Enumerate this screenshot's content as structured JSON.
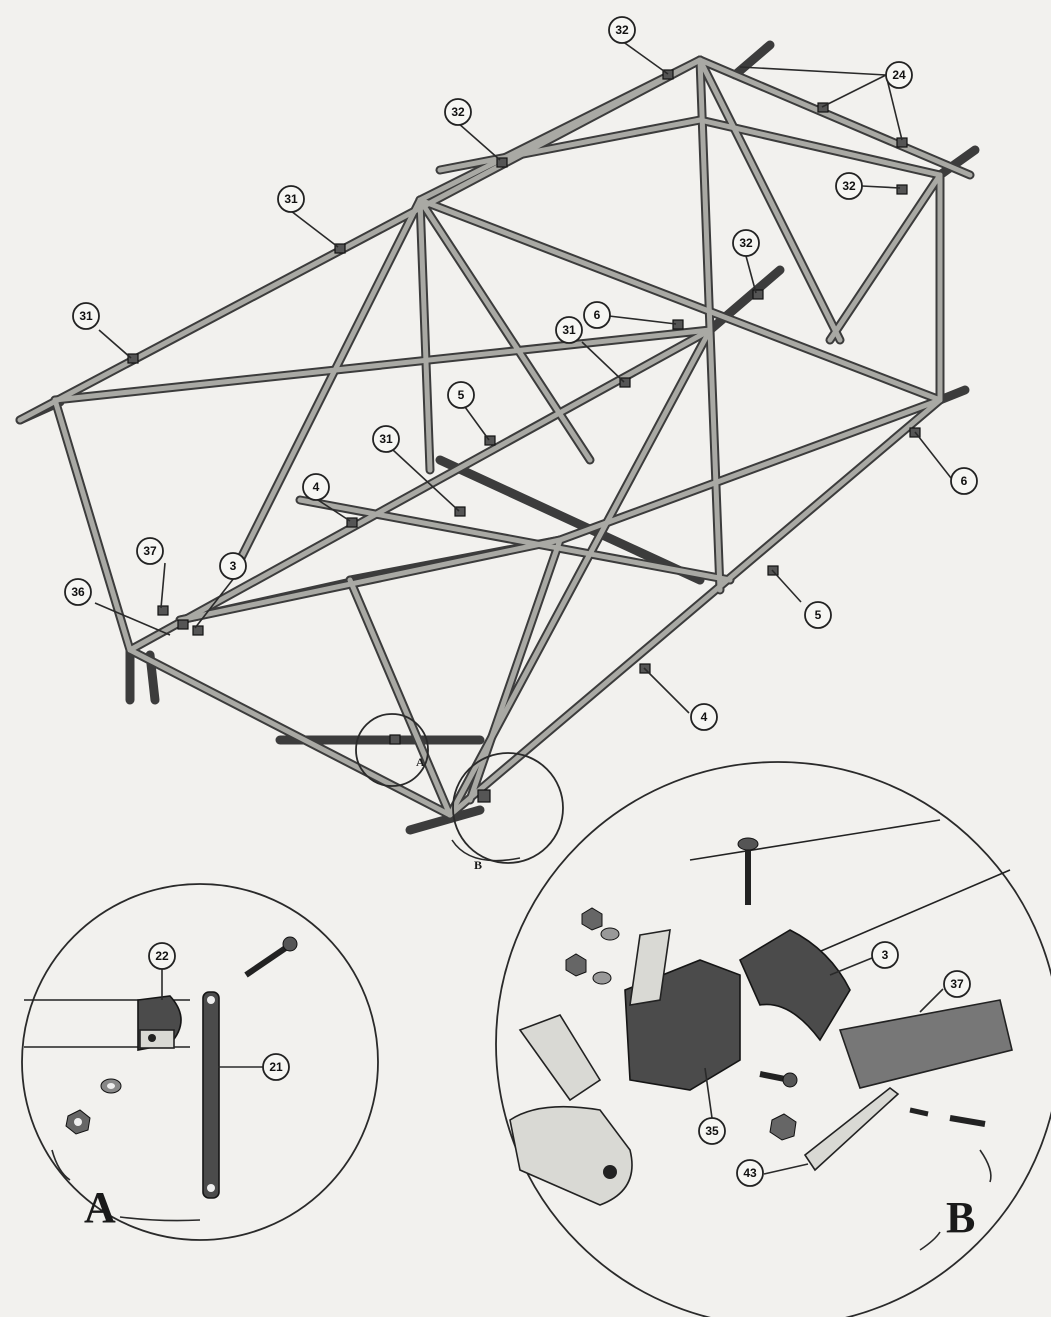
{
  "callouts": [
    {
      "label": "32"
    },
    {
      "label": "32"
    },
    {
      "label": "24"
    },
    {
      "label": "32"
    },
    {
      "label": "31"
    },
    {
      "label": "32"
    },
    {
      "label": "31"
    },
    {
      "label": "6"
    },
    {
      "label": "31"
    },
    {
      "label": "5"
    },
    {
      "label": "31"
    },
    {
      "label": "6"
    },
    {
      "label": "4"
    },
    {
      "label": "37"
    },
    {
      "label": "3"
    },
    {
      "label": "36"
    },
    {
      "label": "5"
    },
    {
      "label": "4"
    },
    {
      "label": "22"
    },
    {
      "label": "21"
    },
    {
      "label": "3"
    },
    {
      "label": "37"
    },
    {
      "label": "35"
    },
    {
      "label": "43"
    }
  ],
  "detail_letters": {
    "a_small": "A",
    "b_small": "B",
    "a_big": "A",
    "b_big": "B"
  }
}
